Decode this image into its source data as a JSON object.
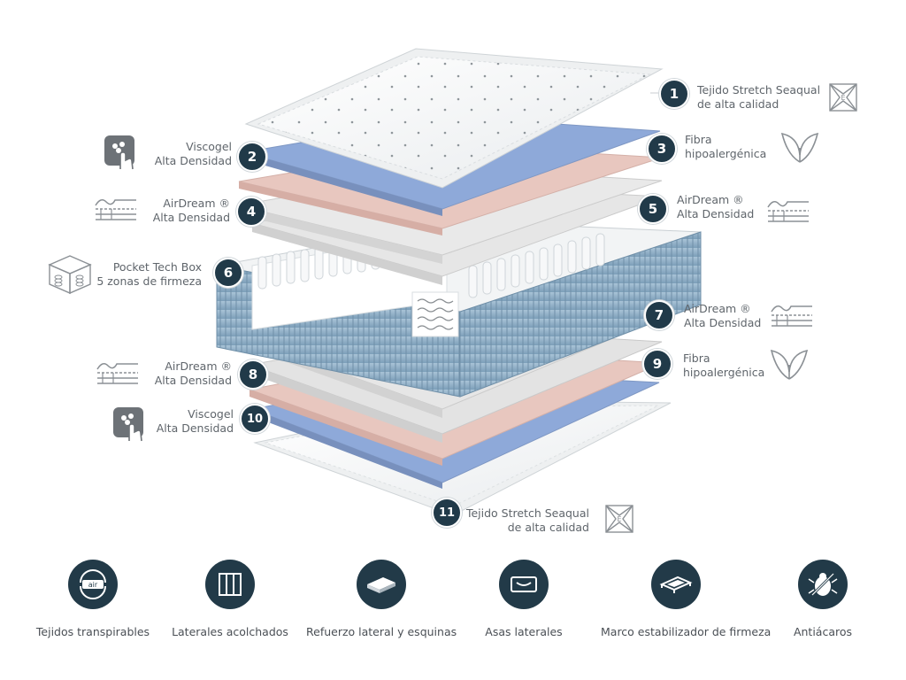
{
  "layers": [
    {
      "number": "1",
      "line1": "Tejido Stretch Seaqual",
      "line2": "de alta calidad",
      "icon": "fabric-star-icon"
    },
    {
      "number": "2",
      "line1": "Viscogel",
      "line2": "Alta Densidad",
      "icon": "hand-touch-icon"
    },
    {
      "number": "3",
      "line1": "Fibra",
      "line2": "hipoalergénica",
      "icon": "leaf-icon"
    },
    {
      "number": "4",
      "line1": "AirDream ®",
      "line2": "Alta Densidad",
      "icon": "foam-wave-icon"
    },
    {
      "number": "5",
      "line1": "AirDream ®",
      "line2": "Alta Densidad",
      "icon": "foam-wave-icon"
    },
    {
      "number": "6",
      "line1": "Pocket Tech Box",
      "line2": "5 zonas de firmeza",
      "icon": "pocket-springs-icon"
    },
    {
      "number": "7",
      "line1": "AirDream ®",
      "line2": "Alta Densidad",
      "icon": "foam-wave-icon"
    },
    {
      "number": "8",
      "line1": "AirDream ®",
      "line2": "Alta Densidad",
      "icon": "foam-wave-icon"
    },
    {
      "number": "9",
      "line1": "Fibra",
      "line2": "hipoalergénica",
      "icon": "leaf-icon"
    },
    {
      "number": "10",
      "line1": "Viscogel",
      "line2": "Alta Densidad",
      "icon": "hand-touch-icon"
    },
    {
      "number": "11",
      "line1": "Tejido Stretch Seaqual",
      "line2": "de alta calidad",
      "icon": "fabric-star-icon"
    }
  ],
  "features": [
    {
      "label": "Tejidos transpirables",
      "icon": "air-circulation-icon",
      "badge_text": "air"
    },
    {
      "label": "Laterales acolchados",
      "icon": "padded-sides-icon"
    },
    {
      "label": "Refuerzo lateral y esquinas",
      "icon": "corner-reinforcement-icon"
    },
    {
      "label": "Asas laterales",
      "icon": "side-handles-icon"
    },
    {
      "label": "Marco estabilizador de firmeza",
      "icon": "stabilizer-frame-icon"
    },
    {
      "label": "Antiácaros",
      "icon": "anti-mite-icon"
    }
  ],
  "colors": {
    "badge": "#213a49",
    "viscogel": "#8da8d8",
    "fiber": "#e6c2ba",
    "airdream": "#dcdcdc",
    "fabric": "#f4f5f5",
    "side_fabric": "#8fb0c8"
  }
}
